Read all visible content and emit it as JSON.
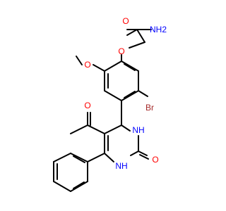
{
  "colors": {
    "bond": "#000000",
    "carbon_label": "#000000",
    "nitrogen": "#0000ff",
    "oxygen": "#ff0000",
    "bromine": "#a52a2a",
    "background": "#ffffff"
  },
  "atoms": {
    "amide_o": "O",
    "amide_nh2": "NH2",
    "ether_o": "O",
    "methoxy_o": "O",
    "bromo": "Br",
    "acetyl_o": "O",
    "ring_nh_top": "NH",
    "ring_nh_bottom": "NH",
    "urea_o": "O"
  }
}
